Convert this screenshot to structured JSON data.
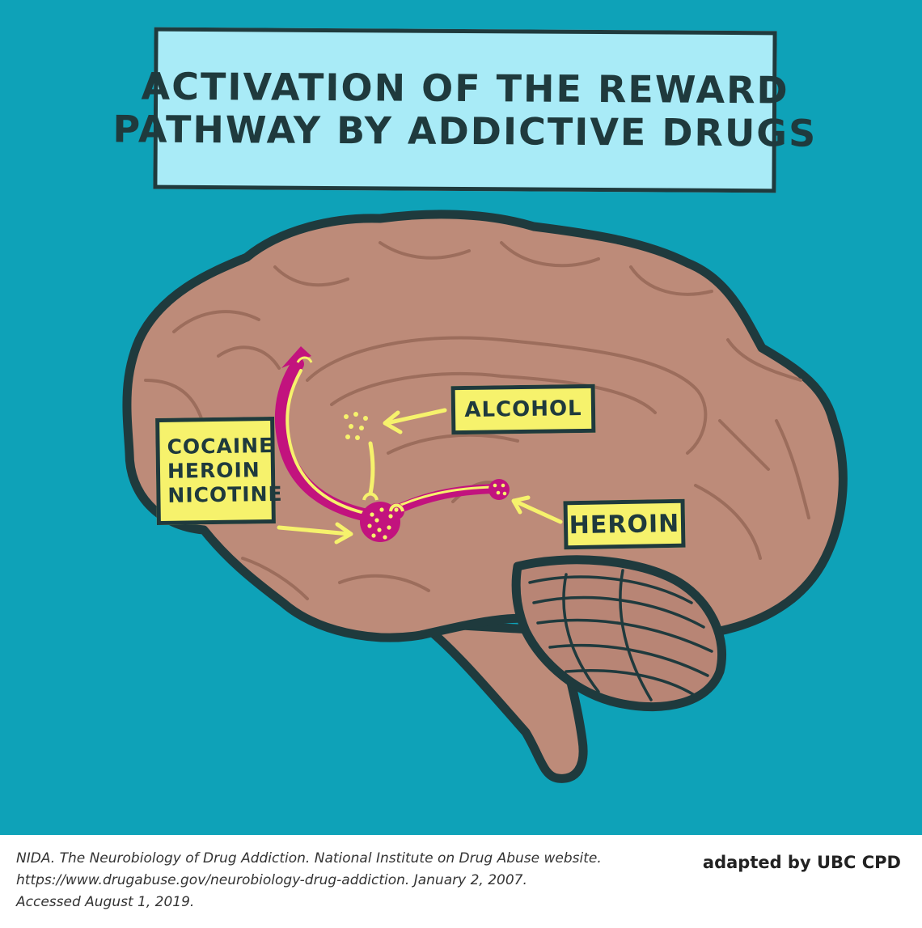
{
  "title": {
    "line1": "Activation of the Reward",
    "line2": "Pathway by Addictive Drugs"
  },
  "labels": {
    "left_box": [
      "Cocaine",
      "Heroin",
      "Nicotine"
    ],
    "alcohol": "Alcohol",
    "heroin": "Heroin"
  },
  "footer": {
    "citation": [
      "NIDA. The Neurobiology of Drug Addiction. National Institute on Drug Abuse website.",
      "https://www.drugabuse.gov/neurobiology-drug-addiction. January 2, 2007.",
      "Accessed August 1, 2019."
    ],
    "credit": "adapted by UBC CPD"
  },
  "colors": {
    "background": "#0ea2b8",
    "title_box": "#a9ebf7",
    "outline": "#1f3a3d",
    "brain": "#bd8b79",
    "cerebellum": "#b88575",
    "pathway": "#c2137e",
    "highlight": "#f6f26c"
  }
}
